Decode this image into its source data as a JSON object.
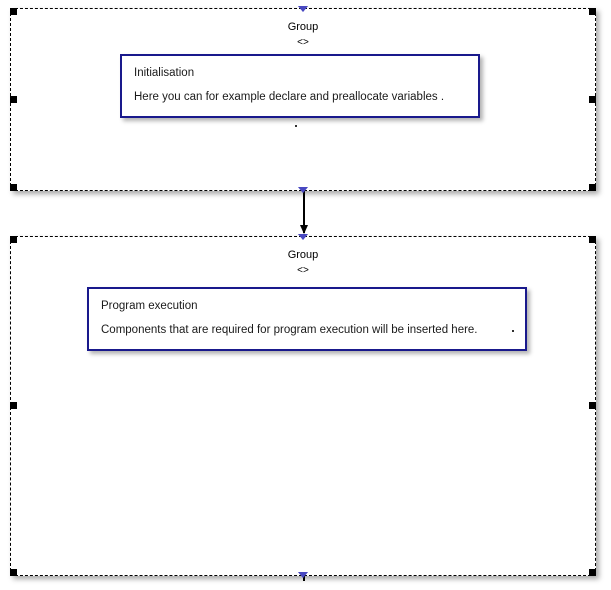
{
  "diagram": {
    "type": "uml-activity-group-diagram",
    "background_color": "#ffffff",
    "accent_color": "#19198c",
    "port_color": "#5a5ad0"
  },
  "groups": [
    {
      "id": "initialisation",
      "title": "Group",
      "stereotype": "<>",
      "selected": true,
      "note": {
        "title": "Initialisation",
        "body": "Here you can for example declare and preallocate variables ."
      },
      "ports": {
        "top": "input-port",
        "bottom": "output-port"
      }
    },
    {
      "id": "program-execution",
      "title": "Group",
      "stereotype": "<>",
      "selected": true,
      "note": {
        "title": "Program execution",
        "body": "Components that are required for program execution will be inserted here."
      },
      "ports": {
        "top": "input-port",
        "bottom": "output-port"
      }
    }
  ],
  "connectors": [
    {
      "id": "init-to-exec",
      "from": "initialisation",
      "to": "program-execution",
      "direction": "down",
      "arrowhead": "filled-triangle"
    }
  ]
}
